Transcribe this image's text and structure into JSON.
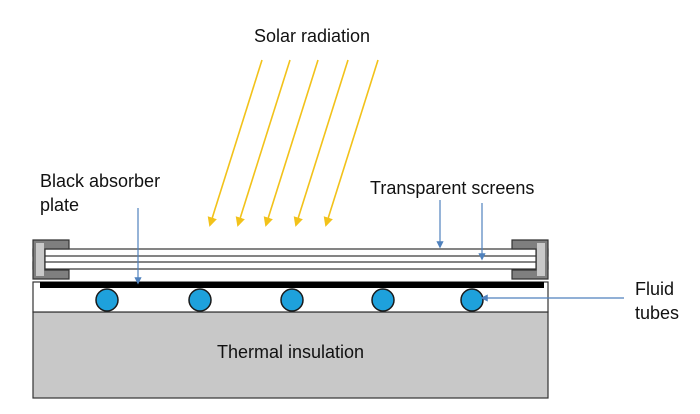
{
  "labels": {
    "solar_radiation": "Solar radiation",
    "black_absorber_line1": "Black absorber",
    "black_absorber_line2": "plate",
    "transparent_screens": "Transparent screens",
    "fluid_line1": "Fluid",
    "fluid_line2": "tubes",
    "thermal_insulation": "Thermal insulation"
  },
  "colors": {
    "rays": "#f2c21a",
    "pointer": "#4f81bd",
    "insulation": "#c8c8c8",
    "frame": "#7f7f7f",
    "frame_inner": "#c9c9c9",
    "absorber": "#000000",
    "tube_fill": "#1ea1dc",
    "outline": "#333333"
  },
  "counts": {
    "rays": 5,
    "tubes": 5,
    "screens": 2
  }
}
